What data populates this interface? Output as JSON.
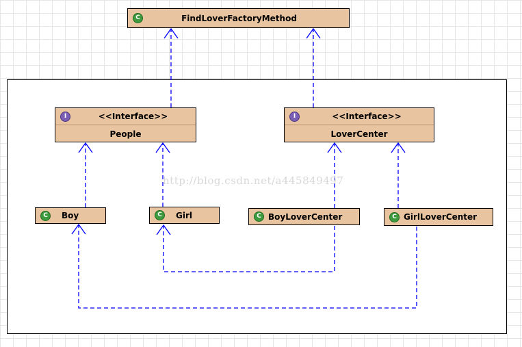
{
  "nodes": {
    "find_lover_factory_method": {
      "kind": "class",
      "label": "FindLoverFactoryMethod"
    },
    "people": {
      "kind": "interface",
      "stereotype": "<<Interface>>",
      "label": "People"
    },
    "lover_center": {
      "kind": "interface",
      "stereotype": "<<Interface>>",
      "label": "LoverCenter"
    },
    "boy": {
      "kind": "class",
      "label": "Boy"
    },
    "girl": {
      "kind": "class",
      "label": "Girl"
    },
    "boy_lover_center": {
      "kind": "class",
      "label": "BoyLoverCenter"
    },
    "girl_lover_center": {
      "kind": "class",
      "label": "GirlLoverCenter"
    }
  },
  "edges": [
    {
      "from": "people",
      "to": "find_lover_factory_method",
      "style": "dashed-open-arrow"
    },
    {
      "from": "lover_center",
      "to": "find_lover_factory_method",
      "style": "dashed-open-arrow"
    },
    {
      "from": "boy",
      "to": "people",
      "style": "dashed-open-arrow"
    },
    {
      "from": "girl",
      "to": "people",
      "style": "dashed-open-arrow"
    },
    {
      "from": "boy_lover_center",
      "to": "lover_center",
      "style": "dashed-open-arrow"
    },
    {
      "from": "girl_lover_center",
      "to": "lover_center",
      "style": "dashed-open-arrow"
    },
    {
      "from": "boy_lover_center",
      "to": "girl",
      "style": "dashed-open-arrow"
    },
    {
      "from": "girl_lover_center",
      "to": "boy",
      "style": "dashed-open-arrow"
    }
  ],
  "icons": {
    "class": "class-icon",
    "interface": "interface-icon"
  },
  "colors": {
    "box_fill": "#e8c4a0",
    "edge": "#0000ff",
    "class_icon": "#3e9a3e",
    "interface_icon": "#7a5fb5"
  },
  "watermark": "http://blog.csdn.net/a445849497"
}
